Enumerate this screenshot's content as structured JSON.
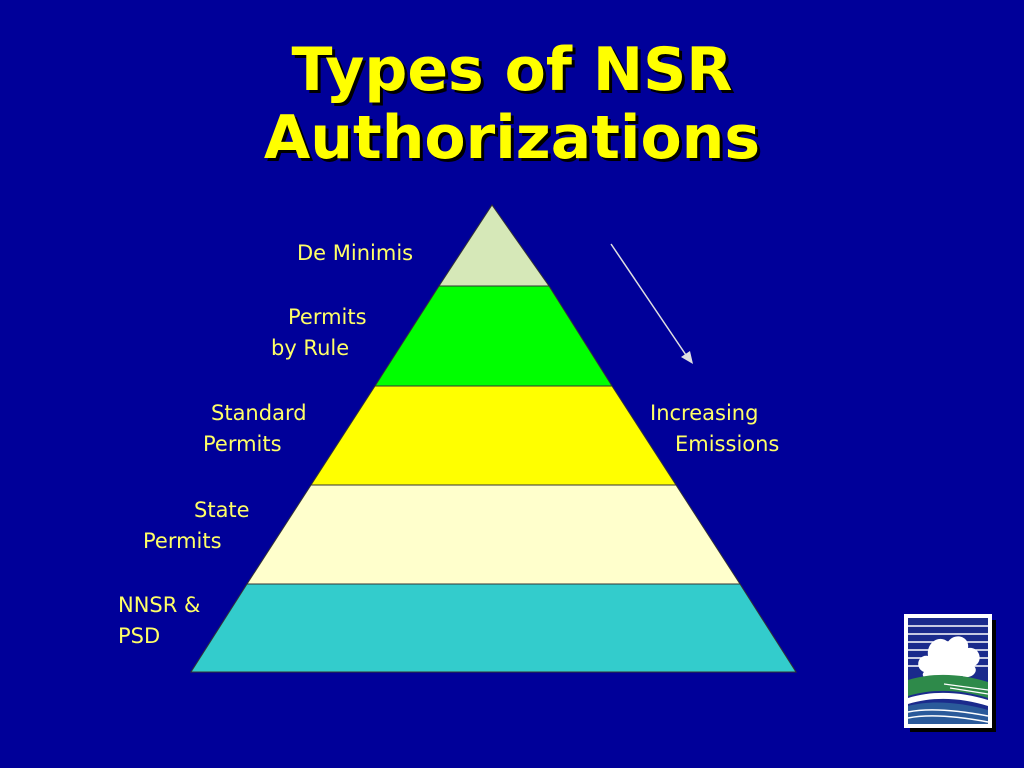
{
  "slide": {
    "title_line1": "Types of NSR",
    "title_line2": "Authorizations"
  },
  "pyramid": {
    "tiers": [
      {
        "id": "de-minimis",
        "label_lines": [
          "De Minimis"
        ],
        "color": "#d6e8b8"
      },
      {
        "id": "permits-by-rule",
        "label_lines": [
          "Permits",
          "by Rule"
        ],
        "color": "#00ff00"
      },
      {
        "id": "standard-permits",
        "label_lines": [
          "Standard",
          "Permits"
        ],
        "color": "#ffff00"
      },
      {
        "id": "state-permits",
        "label_lines": [
          "State",
          "Permits"
        ],
        "color": "#ffffcc"
      },
      {
        "id": "nnsr-psd",
        "label_lines": [
          "NNSR &",
          "PSD"
        ],
        "color": "#33cccc"
      }
    ],
    "arrow_label_lines": [
      "Increasing",
      "Emissions"
    ]
  },
  "colors": {
    "background": "#000099",
    "title": "#ffff00",
    "labels": "#ffff66"
  },
  "logo": {
    "icon": "agency-logo-icon"
  }
}
